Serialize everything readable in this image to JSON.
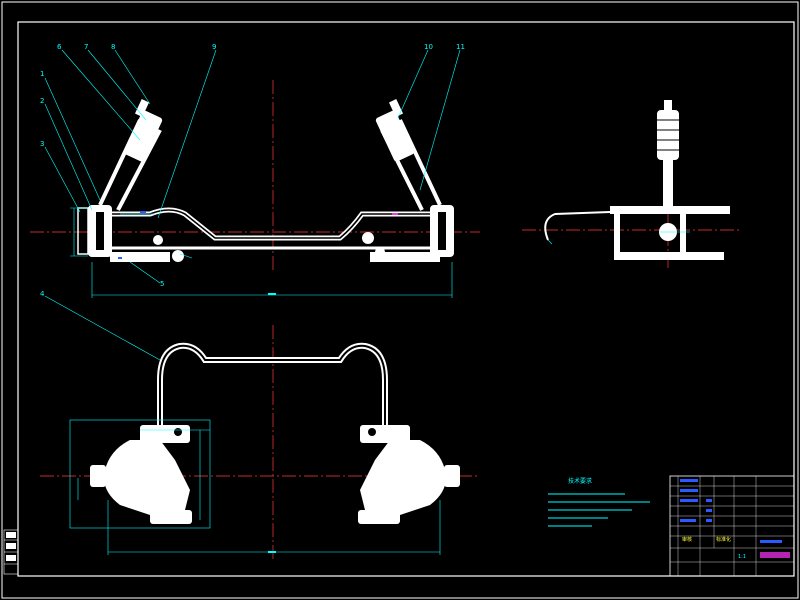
{
  "colors": {
    "background": "#000000",
    "part_fill": "#ffffff",
    "dimension": "#00ffff",
    "centerline": "#ff3b3b",
    "border": "#ffffff",
    "accent_blue": "#2a5bff",
    "accent_magenta": "#ff33ff",
    "accent_yellow": "#ffff33"
  },
  "balloons": [
    "1",
    "2",
    "3",
    "4",
    "5",
    "6",
    "7",
    "8",
    "9",
    "10",
    "11"
  ],
  "notes": {
    "title": "技术要求"
  },
  "title_block": {
    "header_cells": [
      "审核",
      "标准化"
    ],
    "scale": "1:1"
  }
}
